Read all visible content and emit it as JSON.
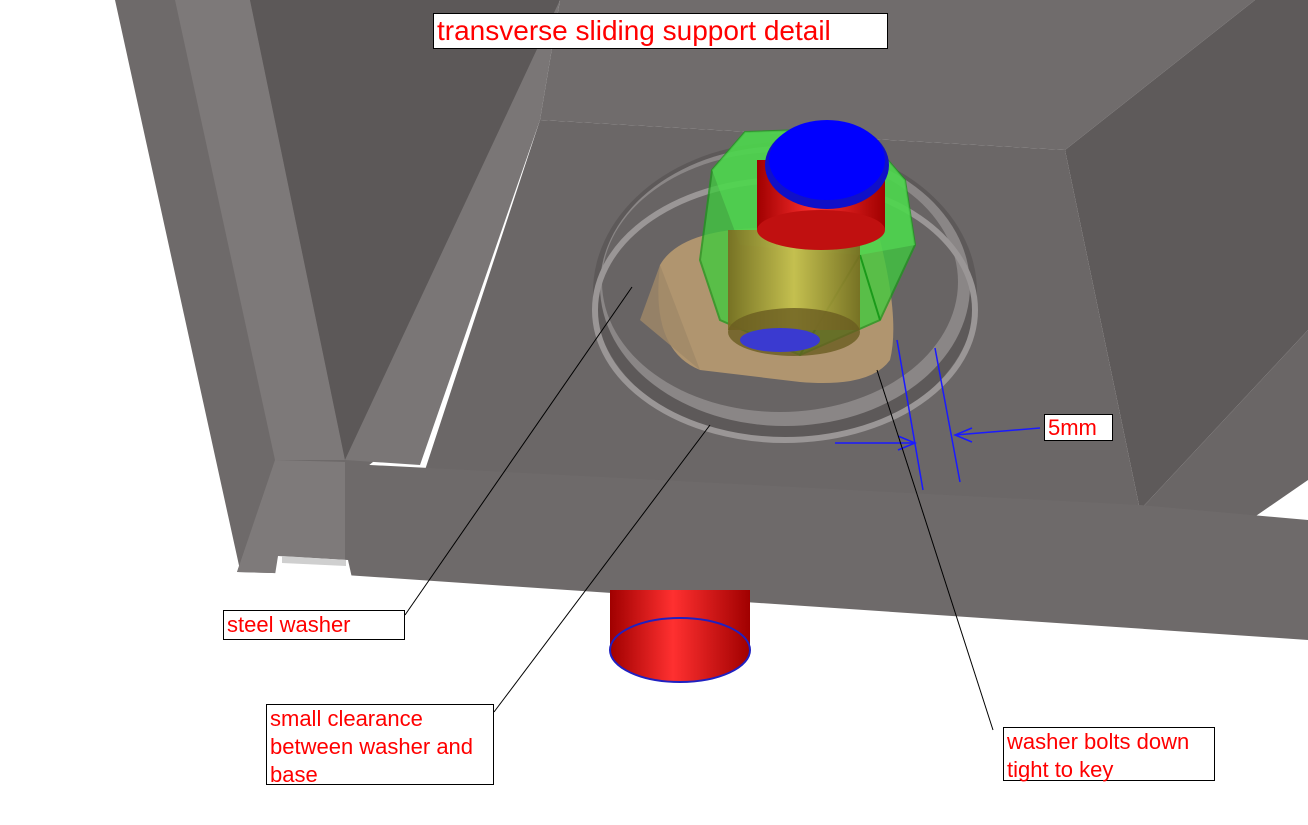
{
  "title": "transverse sliding support detail",
  "annotations": {
    "dimension": "5mm",
    "steel_washer": "steel washer",
    "clearance": "small clearance between washer and base",
    "tight_to_key": "washer bolts down tight to key"
  },
  "colors": {
    "steel_light": "#7a7676",
    "steel_dark": "#585454",
    "bolt_red": "#e01010",
    "bolt_blue": "#1010c8",
    "nut_green": "#3ccc3c",
    "washer_tan": "#c8a878",
    "dimension_blue": "#1a1aff",
    "label_red": "#ff0000"
  }
}
